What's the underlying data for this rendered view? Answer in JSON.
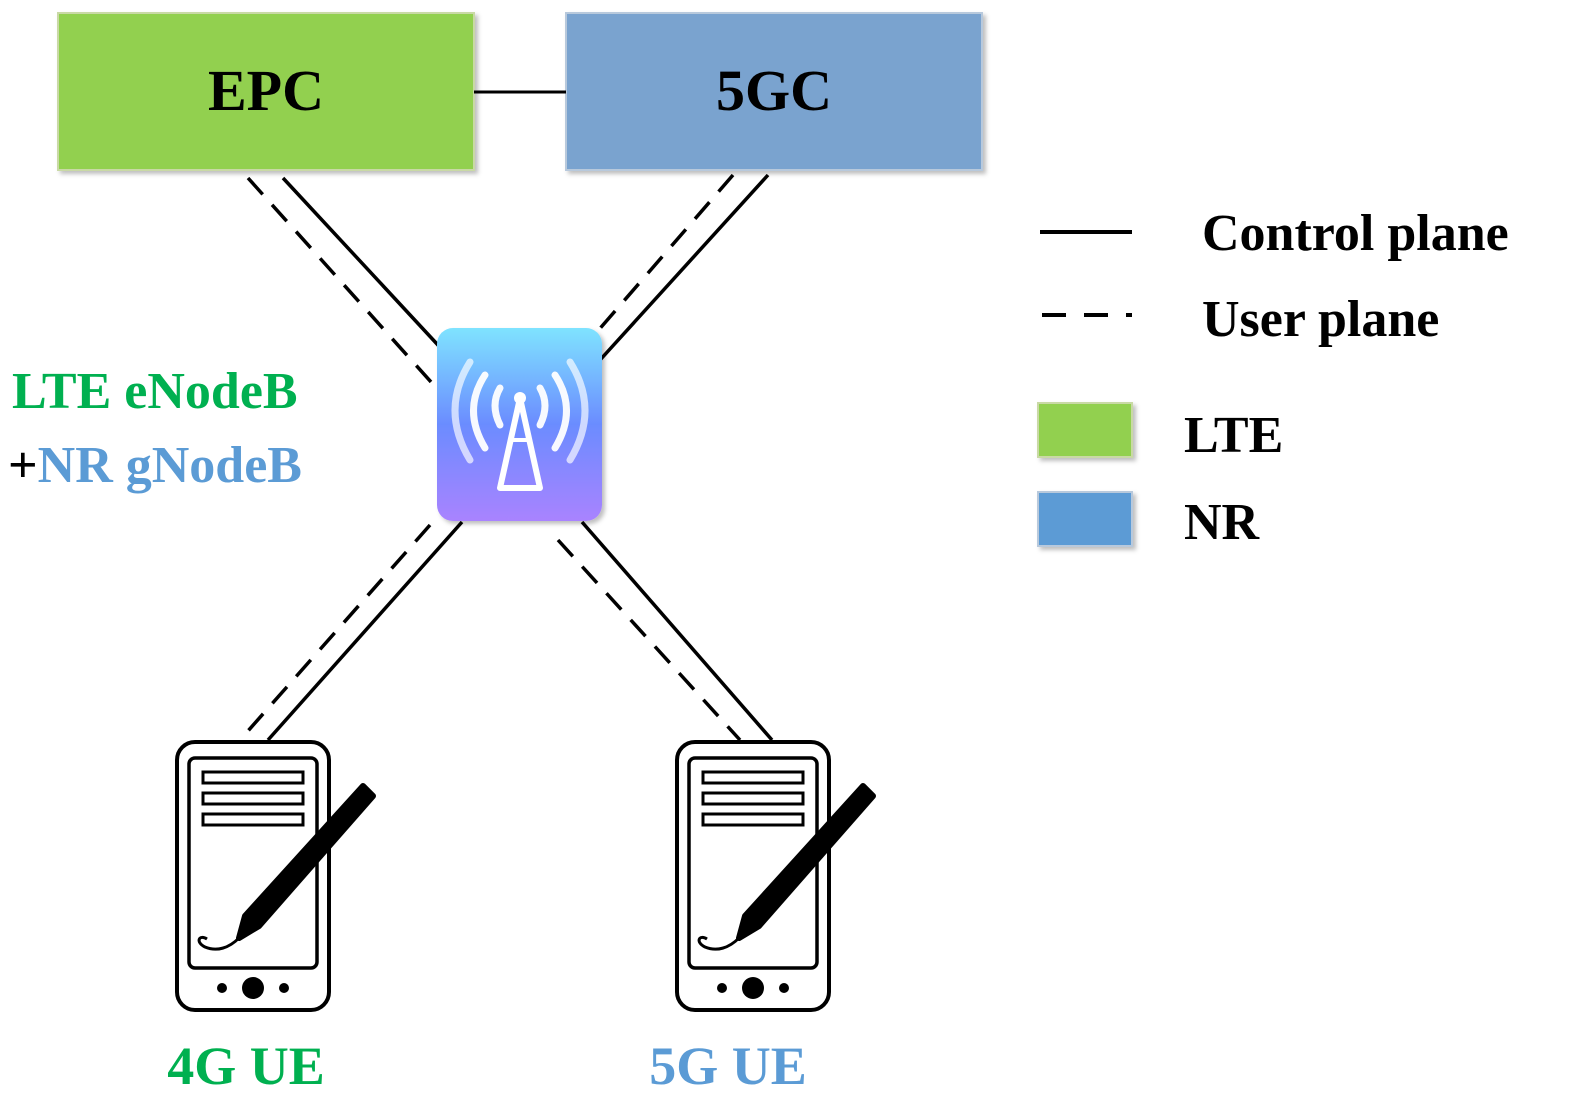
{
  "nodes": {
    "epc": {
      "label": "EPC"
    },
    "fivegc": {
      "label": "5GC"
    },
    "base_station": {
      "label_line1": "LTE eNodeB",
      "label_line2_prefix": "+",
      "label_line2": "NR gNodeB"
    },
    "ue_4g": {
      "label": "4G UE"
    },
    "ue_5g": {
      "label": "5G UE"
    }
  },
  "legend": {
    "control_plane": "Control plane",
    "user_plane": "User plane",
    "lte": "LTE",
    "nr": "NR"
  },
  "colors": {
    "lte_fill": "#92d050",
    "nr_fill": "#7aa3cf",
    "nr_legend_fill": "#5b9bd5",
    "lte_text": "#00b050",
    "nr_text": "#5b9bd5",
    "line": "#000000",
    "tower_top": "#7fe3ff",
    "tower_mid": "#6b8cff",
    "tower_bottom": "#a983ff"
  },
  "icons": {
    "base_station": "cell-tower-icon",
    "ue": "smartphone-with-stylus-icon"
  }
}
